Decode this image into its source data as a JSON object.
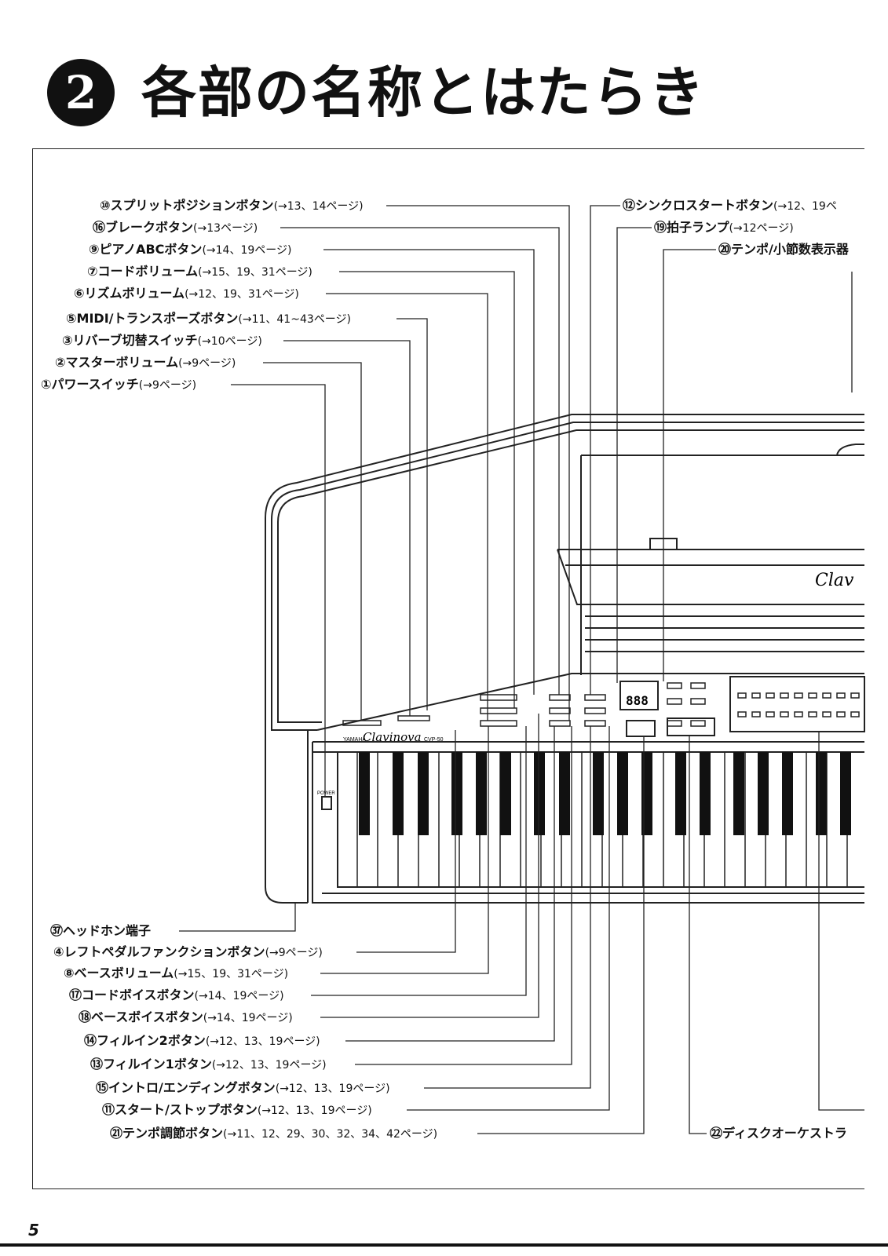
{
  "header": {
    "section_number": "2",
    "title": "各部の名称とはたらき"
  },
  "page_number": "5",
  "callouts_left_top": [
    {
      "label": "⑩スプリットポジションボタン",
      "ref": "(→13、14ページ)"
    },
    {
      "label": "⑯ブレークボタン",
      "ref": "(→13ページ)"
    },
    {
      "label": "⑨ピアノABCボタン",
      "ref": "(→14、19ページ)"
    },
    {
      "label": "⑦コードボリューム",
      "ref": "(→15、19、31ページ)"
    },
    {
      "label": "⑥リズムボリューム",
      "ref": "(→12、19、31ページ)"
    },
    {
      "label": "⑤MIDI/トランスポーズボタン",
      "ref": "(→11、41~43ページ)"
    },
    {
      "label": "③リバーブ切替スイッチ",
      "ref": "(→10ページ)"
    },
    {
      "label": "②マスターボリューム",
      "ref": "(→9ページ)"
    },
    {
      "label": "①パワースイッチ",
      "ref": "(→9ページ)"
    }
  ],
  "callouts_right_top": [
    {
      "label": "⑫シンクロスタートボタン",
      "ref": "(→12、19ペ"
    },
    {
      "label": "⑲拍子ランプ",
      "ref": "(→12ページ)"
    },
    {
      "label": "⑳テンポ/小節数表示器",
      "ref": ""
    }
  ],
  "callouts_left_bottom": [
    {
      "label": "㊲ヘッドホン端子",
      "ref": ""
    },
    {
      "label": "④レフトペダルファンクションボタン",
      "ref": "(→9ページ)"
    },
    {
      "label": "⑧ベースボリューム",
      "ref": "(→15、19、31ページ)"
    },
    {
      "label": "⑰コードボイスボタン",
      "ref": "(→14、19ページ)"
    },
    {
      "label": "⑱ベースボイスボタン",
      "ref": "(→14、19ページ)"
    },
    {
      "label": "⑭フィルイン2ボタン",
      "ref": "(→12、13、19ページ)"
    },
    {
      "label": "⑬フィルイン1ボタン",
      "ref": "(→12、13、19ページ)"
    },
    {
      "label": "⑮イントロ/エンディングボタン",
      "ref": "(→12、13、19ページ)"
    },
    {
      "label": "⑪スタート/ストップボタン",
      "ref": "(→12、13、19ページ)"
    },
    {
      "label": "㉑テンポ調節ボタン",
      "ref": "(→11、12、29、30、32、34、42ページ)"
    }
  ],
  "callouts_right_bottom": [
    {
      "label": "㉒ディスクオーケストラ",
      "ref": ""
    }
  ],
  "instrument": {
    "brand": "YAMAHA",
    "model_script": "Clavinova",
    "model_code": "CVP-50",
    "stand_script": "Clav",
    "display": "888",
    "power_label": "POWER"
  }
}
